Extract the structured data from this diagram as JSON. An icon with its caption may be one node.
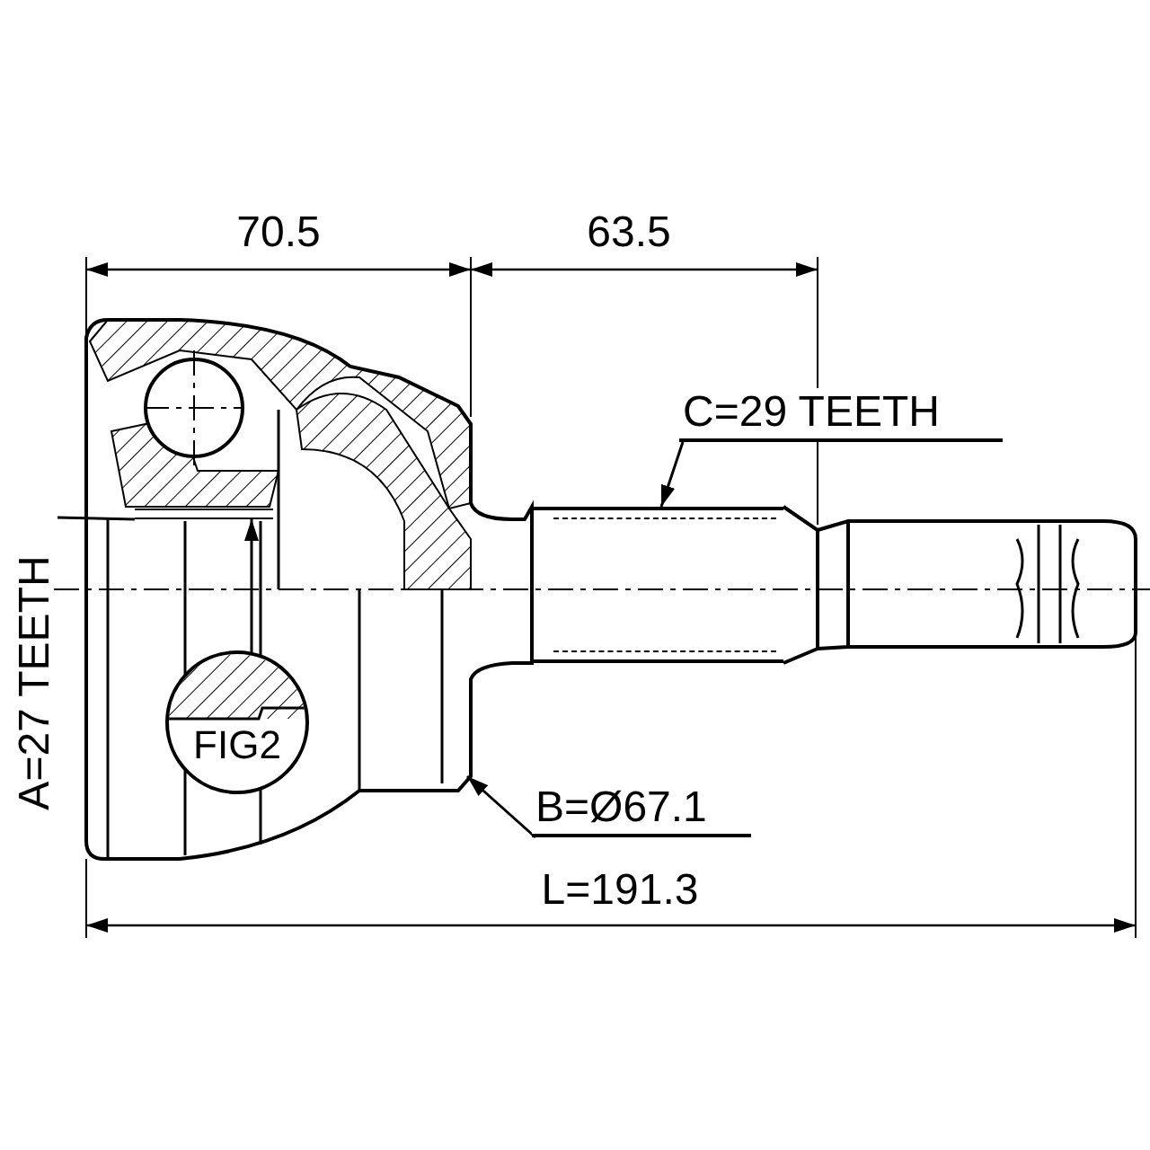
{
  "diagram": {
    "nodes": [
      {
        "text": [
          "A=27 TEETH"
        ]
      },
      {
        "text": [],
        "shape": "bar"
      },
      {
        "text": [
          "FIG2"
        ]
      },
      {
        "text": [
          "C=29 TEETH"
        ]
      },
      {
        "text": [],
        "shape": "bar"
      },
      {
        "text": [
          "B=Ø67.1"
        ]
      }
    ],
    "edges": [
      {
        "from": 0,
        "to": 1,
        "arrow": "none"
      },
      {
        "from": 2,
        "to": 1,
        "arrow": "to"
      },
      {
        "from": 3,
        "to": 4,
        "arrow": "to"
      },
      {
        "from": 5,
        "to": null,
        "arrow": "to"
      }
    ],
    "labels": [
      "70.5",
      "63.5",
      "L=191.3"
    ]
  }
}
